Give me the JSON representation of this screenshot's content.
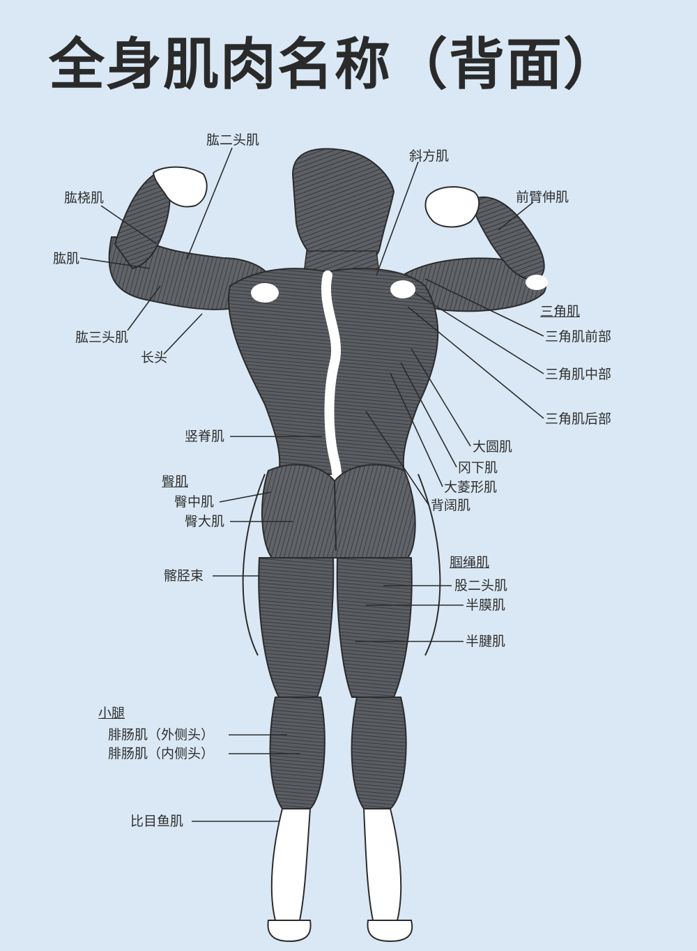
{
  "title": "全身肌肉名称（背面）",
  "colors": {
    "background": "#d9e8f4",
    "muscle": "#55585c",
    "skin": "#ffffff",
    "line": "#2b2b2b"
  },
  "labels": {
    "biceps": "肱二头肌",
    "brachioradialis": "肱桡肌",
    "brachialis": "肱肌",
    "triceps": "肱三头肌",
    "long_head": "长头",
    "trapezius": "斜方肌",
    "forearm_extensor": "前臂伸肌",
    "deltoid": "三角肌",
    "deltoid_anterior": "三角肌前部",
    "deltoid_middle": "三角肌中部",
    "deltoid_posterior": "三角肌后部",
    "teres_major": "大圆肌",
    "infraspinatus": "冈下肌",
    "rhomboid": "大菱形肌",
    "latissimus": "背阔肌",
    "erector_spinae": "竖脊肌",
    "gluteal": "臀肌",
    "gluteus_medius": "臀中肌",
    "gluteus_maximus": "臀大肌",
    "iliotibial": "髂胫束",
    "hamstrings": "腘绳肌",
    "biceps_femoris": "股二头肌",
    "semimembranosus": "半膜肌",
    "semitendinosus": "半腱肌",
    "calf": "小腿",
    "gastrocnemius_lateral": "腓肠肌（外侧头）",
    "gastrocnemius_medial": "腓肠肌（内侧头）",
    "soleus": "比目鱼肌"
  }
}
